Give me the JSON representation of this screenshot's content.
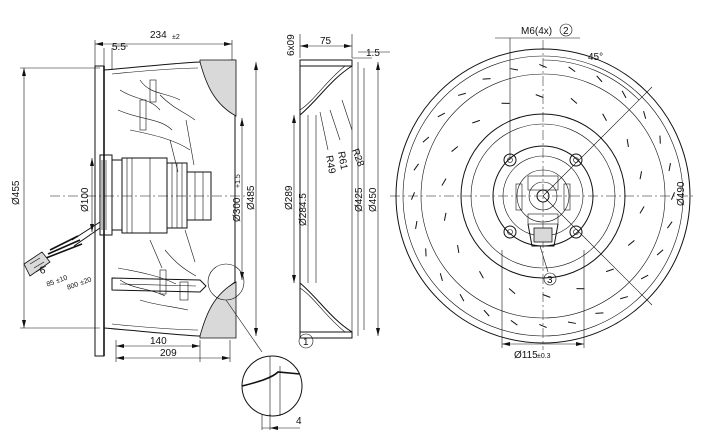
{
  "dims": {
    "d234": "234",
    "d234_tol": "±2",
    "d5_5": "5.5",
    "d455": "Ø455",
    "d100": "Ø100",
    "d300": "Ø300",
    "d300_tol": "+1.5",
    "d485": "Ø485",
    "d140": "140",
    "d209": "209",
    "d6": "6",
    "d85": "85",
    "d85_tol": "±10",
    "d800": "800",
    "d800_tol": "±20",
    "d6x09": "6x09",
    "d75": "75",
    "d1_5": "1.5",
    "r28": "R28",
    "r61": "R61",
    "r49": "R49",
    "d289": "Ø289",
    "d284_5": "Ø284.5",
    "d425": "Ø425",
    "d450": "Ø450",
    "m6": "M6(4x)",
    "callout2": "2",
    "angle45": "45°",
    "d490": "Ø490",
    "d115": "Ø115",
    "d115_tol": "±0.3",
    "callout3": "3",
    "callout1": "1",
    "d4": "4"
  }
}
